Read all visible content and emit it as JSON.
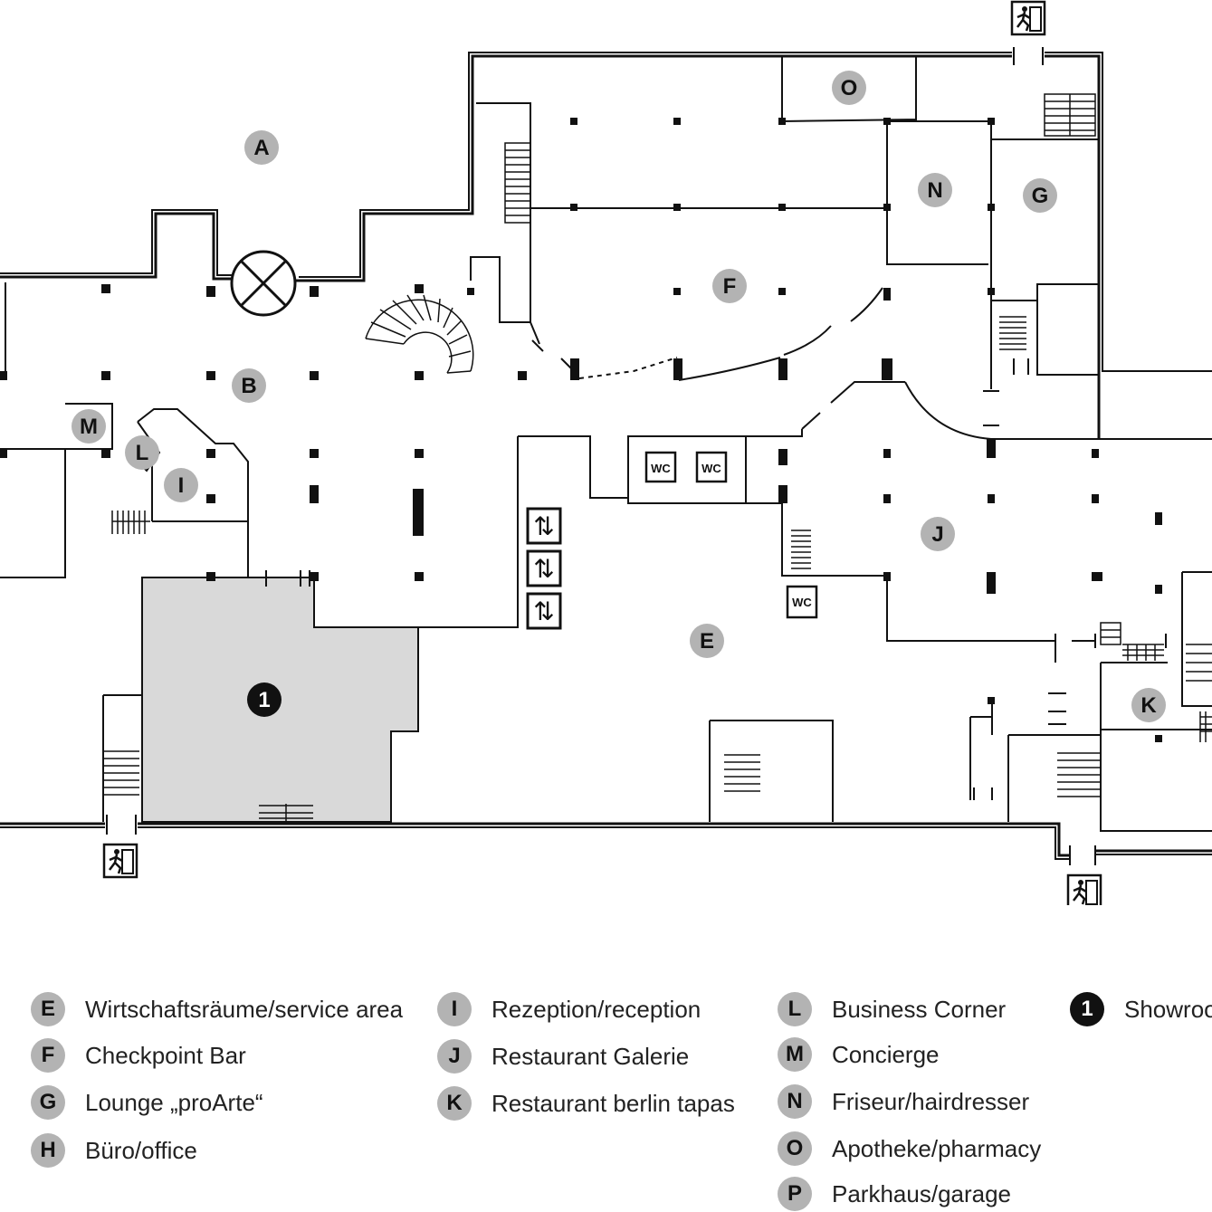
{
  "map": {
    "room_labels": [
      {
        "id": "A",
        "text": "A"
      },
      {
        "id": "B",
        "text": "B"
      },
      {
        "id": "E",
        "text": "E"
      },
      {
        "id": "F",
        "text": "F"
      },
      {
        "id": "G",
        "text": "G"
      },
      {
        "id": "I",
        "text": "I"
      },
      {
        "id": "J",
        "text": "J"
      },
      {
        "id": "K",
        "text": "K"
      },
      {
        "id": "L",
        "text": "L"
      },
      {
        "id": "M",
        "text": "M"
      },
      {
        "id": "N",
        "text": "N"
      },
      {
        "id": "O",
        "text": "O"
      },
      {
        "id": "1",
        "text": "1"
      }
    ],
    "wc_label": "WC",
    "lift_symbol": "⇅",
    "colors": {
      "label_circle": "#b3b3b3",
      "showroom_fill": "#d9d9d9",
      "wall": "#111111",
      "dark_badge": "#111111"
    }
  },
  "legend": {
    "items": [
      {
        "code": "E",
        "text": "Wirtschaftsräume/service area"
      },
      {
        "code": "F",
        "text": "Checkpoint Bar"
      },
      {
        "code": "G",
        "text": "Lounge „proArte“"
      },
      {
        "code": "H",
        "text": "Büro/office"
      },
      {
        "code": "I",
        "text": "Rezeption/reception"
      },
      {
        "code": "J",
        "text": "Restaurant Galerie"
      },
      {
        "code": "K",
        "text": "Restaurant berlin tapas"
      },
      {
        "code": "L",
        "text": "Business Corner"
      },
      {
        "code": "M",
        "text": "Concierge"
      },
      {
        "code": "N",
        "text": "Friseur/hairdresser"
      },
      {
        "code": "O",
        "text": "Apotheke/pharmacy"
      },
      {
        "code": "P",
        "text": "Parkhaus/garage"
      },
      {
        "code": "1",
        "text": "Showroom"
      }
    ]
  }
}
